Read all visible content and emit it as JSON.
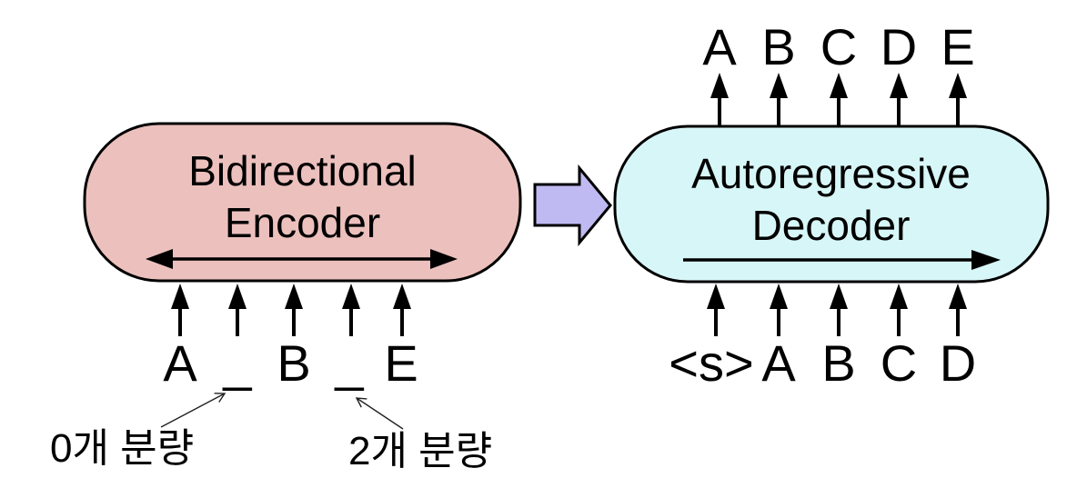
{
  "diagram": {
    "background": "#ffffff",
    "encoder": {
      "title_line1": "Bidirectional",
      "title_line2": "Encoder",
      "fill": "#ecc0bd",
      "stroke": "#000000",
      "input_tokens": [
        "A",
        "_",
        "B",
        "_",
        "E"
      ]
    },
    "connector_arrow": {
      "fill": "#bfbaf1",
      "stroke": "#000000"
    },
    "decoder": {
      "title_line1": "Autoregressive",
      "title_line2": "Decoder",
      "fill": "#d7f6f7",
      "stroke": "#000000",
      "output_tokens": [
        "A",
        "B",
        "C",
        "D",
        "E"
      ],
      "input_tokens": [
        "<s>",
        "A",
        "B",
        "C",
        "D"
      ]
    },
    "annotations": {
      "left_label": "0개 분량",
      "right_label": "2개 분량"
    }
  }
}
